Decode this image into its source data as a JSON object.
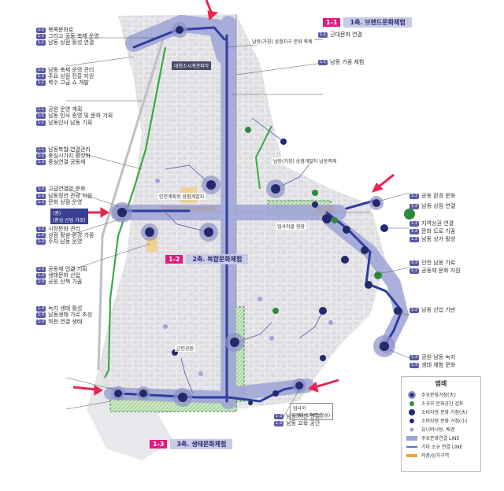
{
  "axes": {
    "a1": {
      "num": "1-1",
      "name": "1축. 브랜드문화체험"
    },
    "a2": {
      "num": "1-2",
      "name": "2축. 복합문화체험"
    },
    "a3": {
      "num": "1-3",
      "name": "3축. 생태문화체험"
    }
  },
  "map_labels": {
    "center": "대청소시계관파악",
    "west_station": "인천계획형 상점개발지",
    "cheonggye": "남동(가칭) 상점지구 문화 축제",
    "east_text": "남동(가칭) 상점개발지 남동축제",
    "left_blue": "(중)\n(환상 산업 가로)",
    "bottom_right_box": "업사이\n(생태 스마트 활성)",
    "mid_south": "근린공원",
    "se_label": "업사이클 현장"
  },
  "legend": {
    "title": "범례",
    "items": [
      {
        "key": "main",
        "label": "주요문화거점(大)"
      },
      {
        "key": "green",
        "label": "소규모 문화공간 검토"
      },
      {
        "key": "navy1",
        "label": "소비자형 문화 거점(大)"
      },
      {
        "key": "navy2",
        "label": "소비자형 문화 거점(小)"
      },
      {
        "key": "lav",
        "label": "유니버시팅, 배경"
      },
      {
        "key": "band",
        "label": "주요문화연결 LINE"
      },
      {
        "key": "line",
        "label": "기타 소규 연결 LINE"
      },
      {
        "key": "orange",
        "label": "저층/상가구역"
      }
    ]
  },
  "left_labels": [
    {
      "tag": "1-1",
      "text": "북쪽문화로"
    },
    {
      "tag": "1-1",
      "text": "그리고 공동 축제 운영"
    },
    {
      "tag": "1-1",
      "text": "남동 상점 활성 연결"
    },
    {
      "tag": "1-1",
      "text": "남동 축제 운영 관리"
    },
    {
      "tag": "1-1",
      "text": "주요 상점 진흥 지원"
    },
    {
      "tag": "1-1",
      "text": "복수 고급 쇼 개발"
    },
    {
      "tag": "1-1",
      "text": "공원 운영 계획"
    },
    {
      "tag": "1-1",
      "text": "남동 인사 증명 및 문화 기획"
    },
    {
      "tag": "1-1",
      "text": "남동인사 남동 기획"
    },
    {
      "tag": "1-1",
      "text": "남동복합 연결관리"
    },
    {
      "tag": "1-2",
      "text": "중심시가지 활성화"
    },
    {
      "tag": "1-2",
      "text": "중심연결 공동체"
    },
    {
      "tag": "1-2",
      "text": "고급연결망 문화"
    },
    {
      "tag": "1-2",
      "text": "남동정연 관광 지원"
    },
    {
      "tag": "1-2",
      "text": "문화 상점 운영"
    },
    {
      "tag": "1-2",
      "text": "시장문화 관리"
    },
    {
      "tag": "1-2",
      "text": "상점 활성 환경 가꿈"
    },
    {
      "tag": "1-2",
      "text": "주차 남동 운영"
    },
    {
      "tag": "1-2",
      "text": "공동체 연결 기획"
    },
    {
      "tag": "1-3",
      "text": "생태문화 산업"
    },
    {
      "tag": "1-3",
      "text": "공원 산책 가꿈"
    },
    {
      "tag": "1-3",
      "text": "녹지 생태 활성"
    },
    {
      "tag": "1-3",
      "text": "남동생태 가로 조성"
    },
    {
      "tag": "1-3",
      "text": "하천 연결 생태"
    }
  ],
  "right_labels": [
    {
      "tag": "1-1",
      "text": "근대문화 연결"
    },
    {
      "tag": "1-1",
      "text": "남동 가꿈 체험"
    },
    {
      "tag": "1-2",
      "text": "공동 환경 문화"
    },
    {
      "tag": "1-2",
      "text": "남동 상점 연결"
    },
    {
      "tag": "1-2",
      "text": "지역상권 연결"
    },
    {
      "tag": "1-2",
      "text": "문화 도로 가꿈"
    },
    {
      "tag": "1-2",
      "text": "남동 상가 활성"
    },
    {
      "tag": "1-2",
      "text": "인천 남동 가로"
    },
    {
      "tag": "1-2",
      "text": "공동체 문화 지원"
    },
    {
      "tag": "1-2",
      "text": "남동 산업 기반"
    },
    {
      "tag": "1-3",
      "text": "공원 남동 녹지"
    },
    {
      "tag": "1-3",
      "text": "생태 체험 문화"
    },
    {
      "tag": "1-3",
      "text": "남동 하천 연결"
    },
    {
      "tag": "1-3",
      "text": "남동 교육 공간"
    }
  ]
}
